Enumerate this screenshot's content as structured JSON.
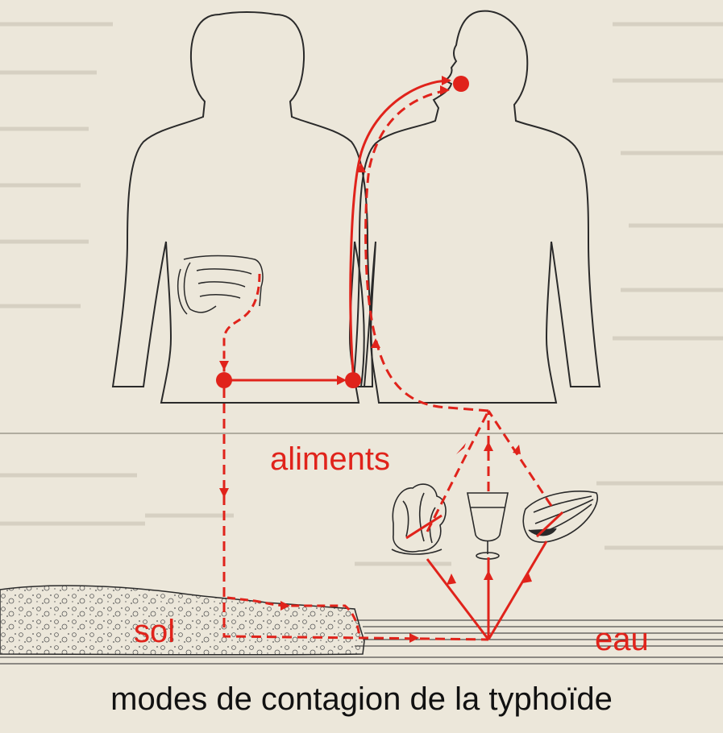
{
  "labels": {
    "aliments": "aliments",
    "sol": "sol",
    "eau": "eau"
  },
  "caption": "modes de contagion de la typhoïde",
  "colors": {
    "path": "#e0231b",
    "outline": "#2a2a2a",
    "background": "#ece7da",
    "ground": "#cfc9bb"
  },
  "icons": [
    "human-silhouette-left",
    "human-silhouette-right",
    "intestine-icon",
    "vegetable-icon",
    "water-glass-icon",
    "mussel-icon"
  ]
}
